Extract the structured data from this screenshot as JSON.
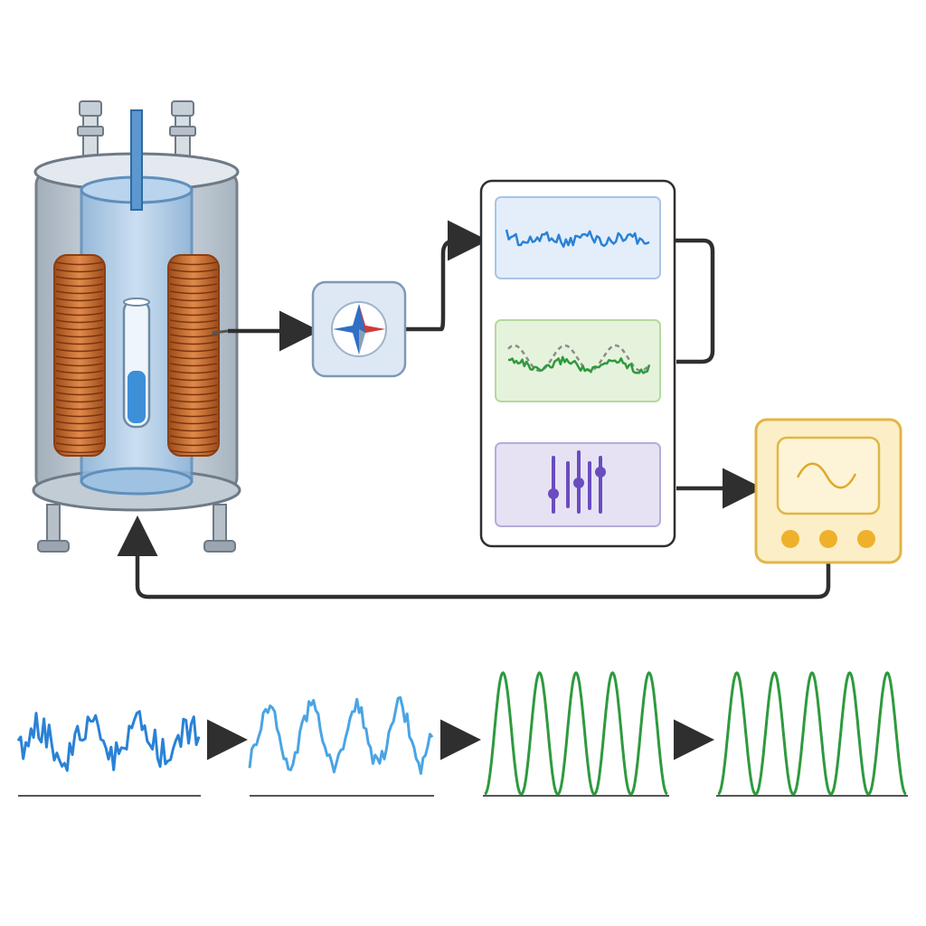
{
  "palette": {
    "background": "#ffffff",
    "arrow": "#2f2f2f",
    "copper": "#c8662b",
    "copper_dark": "#8a3f14",
    "vessel": "#c9d3dd",
    "vessel_dark": "#7d8b97",
    "inner_tube": "#a9c8e3",
    "sample_fluid": "#3d8fd8",
    "adc_fill": "#dde8f4",
    "adc_stroke": "#7f98b6",
    "stage1_fill": "#e3eefa",
    "stage1_stroke": "#a9c4e6",
    "stage2_fill": "#e6f3dc",
    "stage2_stroke": "#b6d9a0",
    "stage3_fill": "#e6e2f3",
    "stage3_stroke": "#b6acdc",
    "output_fill": "#fcefc7",
    "output_stroke": "#e0b645",
    "output_knob": "#efb12b",
    "wave_noisy": "#2a82d6",
    "wave_partial": "#4aa4e4",
    "wave_clean": "#2e9a3e",
    "wave_gray": "#8c8c8c",
    "slider_purple": "#6a4cc0"
  },
  "icons": {
    "adc": "red-blue-diamond-icon",
    "eq": "equalizer-sliders-icon",
    "output": "sine-wave-monitor-icon"
  },
  "stages": [
    {
      "id": "raw-signal",
      "icon": "noisy-waveform-icon"
    },
    {
      "id": "reference-fit",
      "icon": "overlay-waveform-icon"
    },
    {
      "id": "filter-controls",
      "icon": "equalizer-sliders-icon"
    }
  ],
  "waveform_strip": [
    {
      "id": "noisy",
      "icon": "noisy-waveform-icon"
    },
    {
      "id": "partially-filtered",
      "icon": "partial-waveform-icon"
    },
    {
      "id": "clean",
      "icon": "clean-waveform-icon"
    },
    {
      "id": "final",
      "icon": "clean-waveform-icon"
    }
  ]
}
